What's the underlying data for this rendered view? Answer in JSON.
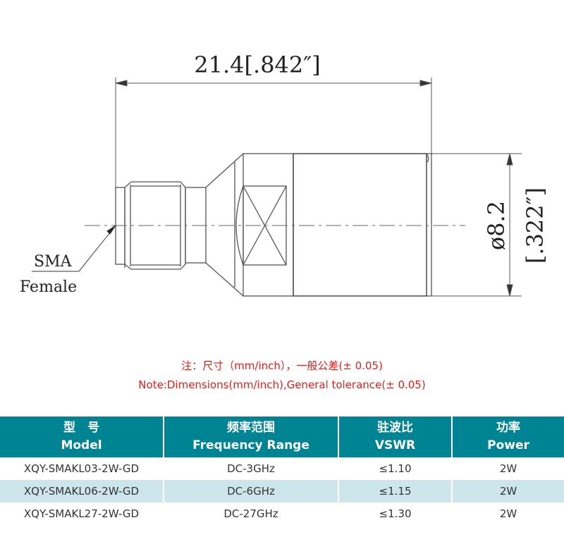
{
  "drawing": {
    "length_dim": "21.4[.842″]",
    "diameter_dim_mm": "ø8.2",
    "diameter_dim_in": "[.322″]",
    "connector_label": "SMA",
    "gender_label": "Female"
  },
  "notes": {
    "cn": "注：尺寸（mm/inch），一般公差(± 0.05)",
    "en": "Note:Dimensions(mm/inch),General tolerance(± 0.05)"
  },
  "table": {
    "headers": [
      {
        "cn": "型　号",
        "en": "Model"
      },
      {
        "cn": "频率范围",
        "en": "Frequency Range"
      },
      {
        "cn": "驻波比",
        "en": "VSWR"
      },
      {
        "cn": "功率",
        "en": "Power"
      }
    ],
    "rows": [
      [
        "XQY-SMAKL03-2W-GD",
        "DC-3GHz",
        "≤1.10",
        "2W"
      ],
      [
        "XQY-SMAKL06-2W-GD",
        "DC-6GHz",
        "≤1.15",
        "2W"
      ],
      [
        "XQY-SMAKL27-2W-GD",
        "DC-27GHz",
        "≤1.30",
        "2W"
      ]
    ],
    "colors": {
      "header_bg": "#008393",
      "stripe": "#cde6ec"
    }
  }
}
